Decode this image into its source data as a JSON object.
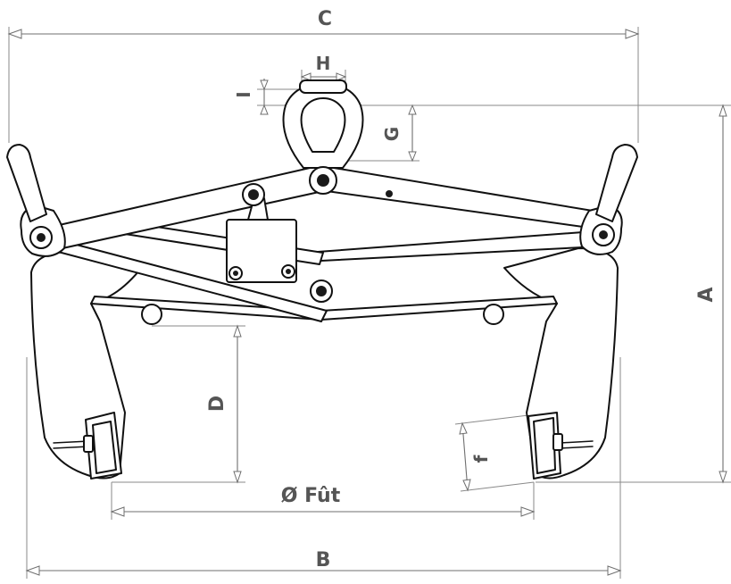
{
  "diagram": {
    "labels": {
      "C": "C",
      "H": "H",
      "I": "I",
      "G": "G",
      "A": "A",
      "D": "D",
      "F": "f",
      "fut": "Ø Fût",
      "B": "B"
    },
    "colors": {
      "line": "#111111",
      "dimension": "#6f6f6f",
      "label": "#555555",
      "background": "#ffffff"
    }
  }
}
